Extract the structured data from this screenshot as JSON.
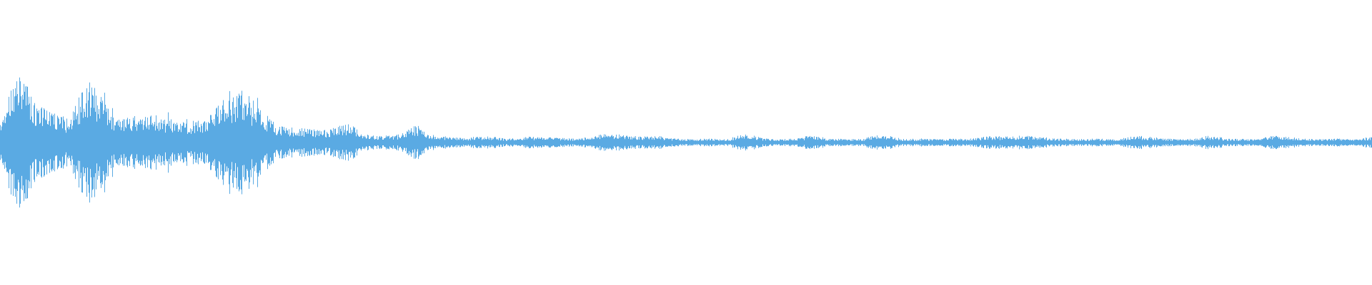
{
  "waveform": {
    "color": "#5aaae3",
    "background": "#ffffff",
    "envelope": [
      0.3,
      0.55,
      0.62,
      0.45,
      0.35,
      0.5,
      0.42,
      0.36,
      0.45,
      0.4,
      0.33,
      0.3,
      0.28,
      0.4,
      0.42,
      0.3,
      0.25,
      0.22,
      0.2,
      0.18,
      0.15,
      0.12,
      0.1,
      0.12,
      0.14,
      0.11,
      0.08,
      0.06,
      0.05,
      0.05,
      0.08,
      0.09,
      0.07,
      0.06,
      0.07,
      0.08,
      0.06,
      0.05,
      0.07,
      0.06,
      0.05,
      0.06,
      0.05,
      0.07,
      0.06,
      0.05,
      0.06,
      0.05,
      0.06,
      0.05,
      0.06,
      0.06,
      0.05,
      0.06,
      0.05,
      0.06,
      0.05,
      0.06,
      0.05,
      0.06,
      0.05,
      0.06,
      0.05,
      0.06,
      0.05,
      0.06,
      0.05,
      0.06,
      0.05,
      0.06,
      0.05,
      0.06,
      0.05,
      0.06,
      0.05,
      0.06,
      0.05,
      0.06,
      0.05,
      0.06
    ]
  }
}
